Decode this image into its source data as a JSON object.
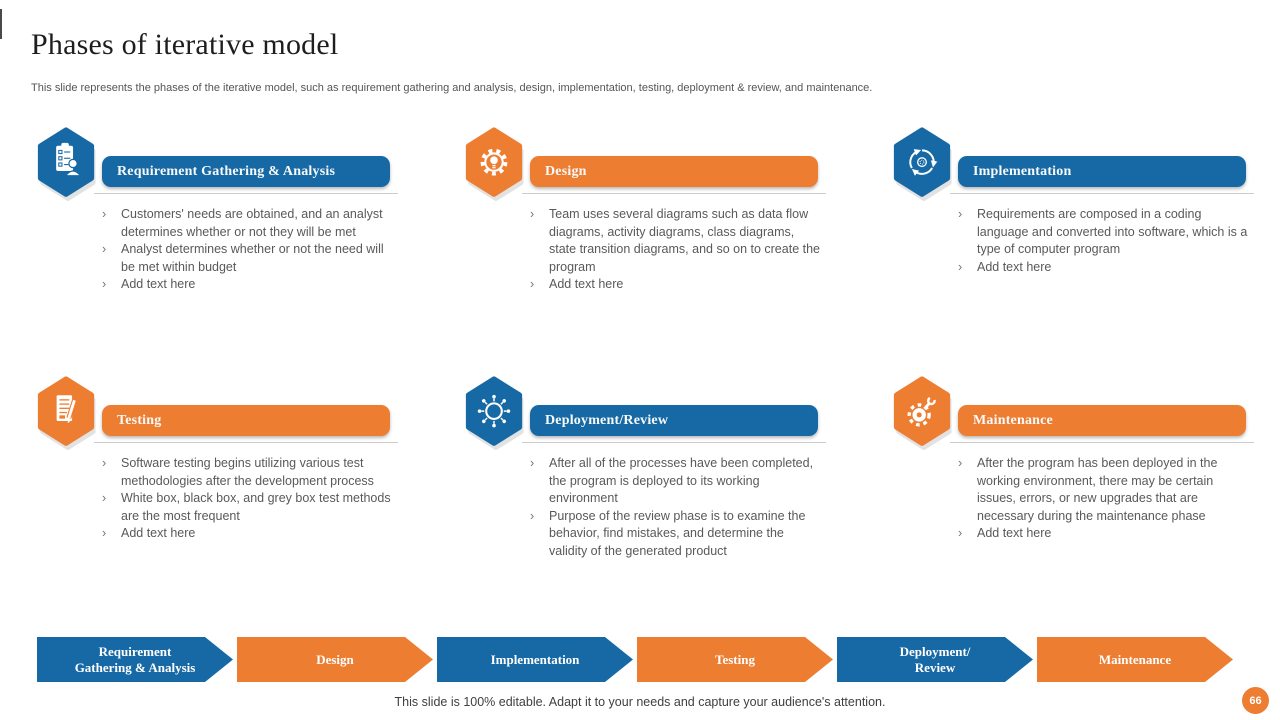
{
  "slide": {
    "title": "Phases of iterative model",
    "subtitle": "This slide represents the phases of the iterative model, such as requirement gathering and analysis, design, implementation, testing, deployment & review, and maintenance.",
    "footer_note": "This slide is 100% editable. Adapt it to your needs and capture your audience's attention.",
    "page_number": "66"
  },
  "bullet_marker": "›",
  "colors": {
    "blue": "#1769A5",
    "orange": "#ED7D31",
    "body_text": "#595959",
    "underline": "#cccccc"
  },
  "phases": [
    {
      "title": "Requirement Gathering & Analysis",
      "color": "blue",
      "icon": "clipboard-checklist-person-icon",
      "bullets": [
        "Customers' needs are obtained, and an analyst determines whether or not they will be met",
        "Analyst determines whether or not the need will be met within budget",
        "Add text here"
      ]
    },
    {
      "title": "Design",
      "color": "orange",
      "icon": "gear-lightbulb-icon",
      "bullets": [
        "Team uses several diagrams such as data flow diagrams, activity diagrams, class diagrams, state transition diagrams, and so on to create the program",
        "Add text here"
      ]
    },
    {
      "title": "Implementation",
      "color": "blue",
      "icon": "sync-arrows-gear-icon",
      "bullets": [
        "Requirements are composed in a coding language and converted into software, which is a type of computer program",
        "Add text here"
      ]
    },
    {
      "title": "Testing",
      "color": "orange",
      "icon": "document-pencil-icon",
      "bullets": [
        "Software testing begins utilizing various test methodologies after the development process",
        "White box, black box, and grey box test methods are the most frequent",
        "Add text here"
      ]
    },
    {
      "title": "Deployment/Review",
      "color": "blue",
      "icon": "network-hub-icon",
      "bullets": [
        "After all of the processes have been completed, the program is deployed to its working environment",
        "Purpose of the review phase is to examine the behavior, find mistakes, and determine the validity of the generated product"
      ]
    },
    {
      "title": "Maintenance",
      "color": "orange",
      "icon": "gear-wrench-icon",
      "bullets": [
        "After the program has been deployed in the working environment, there may be certain issues, errors, or new upgrades that are necessary during the maintenance phase",
        "Add text here"
      ]
    }
  ],
  "process_flow": [
    {
      "lines": [
        "Requirement",
        "Gathering & Analysis"
      ],
      "color": "blue"
    },
    {
      "lines": [
        "Design"
      ],
      "color": "orange"
    },
    {
      "lines": [
        "Implementation"
      ],
      "color": "blue"
    },
    {
      "lines": [
        "Testing"
      ],
      "color": "orange"
    },
    {
      "lines": [
        "Deployment/",
        "Review"
      ],
      "color": "blue"
    },
    {
      "lines": [
        "Maintenance"
      ],
      "color": "orange"
    }
  ]
}
